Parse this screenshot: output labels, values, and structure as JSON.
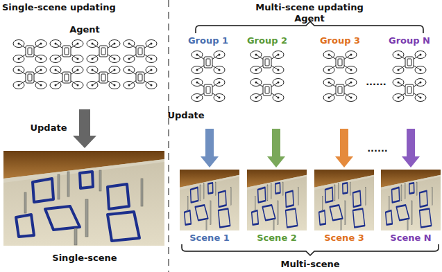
{
  "diagram": {
    "labels": [
      "Single-scene updating",
      "Multi-scene updating",
      "Agent",
      "Agent",
      "Group 1",
      "Group 2",
      "Group 3",
      "Group N",
      "......",
      "Update",
      "Update",
      "......",
      "Single-scene",
      "Scene 1",
      "Scene 2",
      "Scene 3",
      "Scene N",
      "Multi-scene"
    ]
  }
}
